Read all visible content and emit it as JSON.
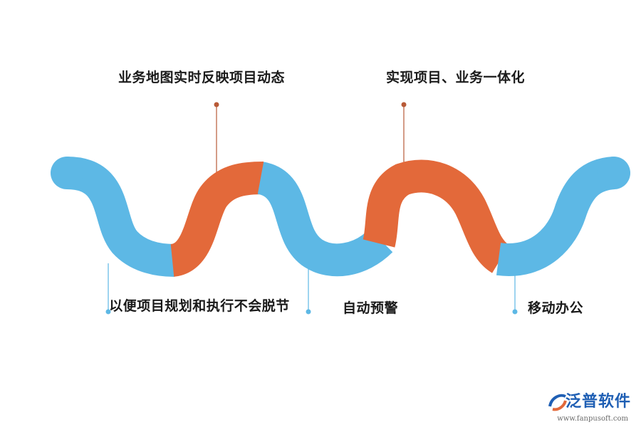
{
  "labels": {
    "top_left": "业务地图实时反映项目动态",
    "top_right": "实现项目、业务一体化",
    "bottom_1": "以便项目规划和执行不会脱节",
    "bottom_2": "自动预警",
    "bottom_3": "移动办公"
  },
  "colors": {
    "blue": "#5db8e5",
    "orange": "#e3693a",
    "text": "#1a1a1a",
    "logo": "#1f5fb4"
  },
  "logo": {
    "name": "泛普软件",
    "url": "www.fanpusoft.com",
    "icon": "fanpu-logo-icon"
  }
}
